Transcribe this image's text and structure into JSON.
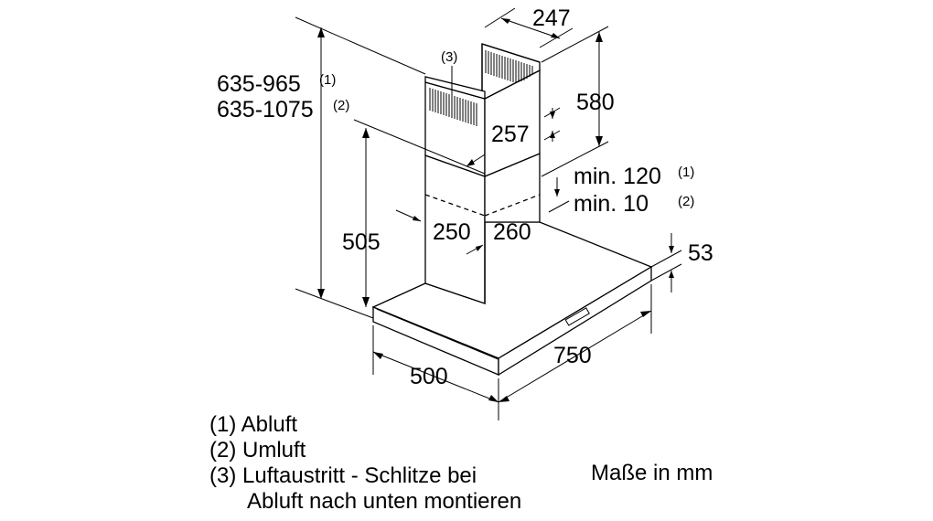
{
  "dimensions": {
    "chimney_depth": "247",
    "chimney_height": "580",
    "chimney_inner": "257",
    "total_range_1": "635-965",
    "total_range_1_note": "(1)",
    "total_range_2": "635-1075",
    "total_range_2_note": "(2)",
    "min_gap_1": "min. 120",
    "min_gap_1_note": "(1)",
    "min_gap_2": "min. 10",
    "min_gap_2_note": "(2)",
    "duct_width": "250",
    "duct_depth": "260",
    "canopy_height": "505",
    "canopy_thickness": "53",
    "width": "500",
    "depth": "750"
  },
  "callout": "(3)",
  "legend": [
    "(1) Abluft",
    "(2) Umluft",
    "(3) Luftaustritt - Schlitze bei",
    "Abluft nach unten montieren"
  ],
  "units_note": "Maße in mm"
}
